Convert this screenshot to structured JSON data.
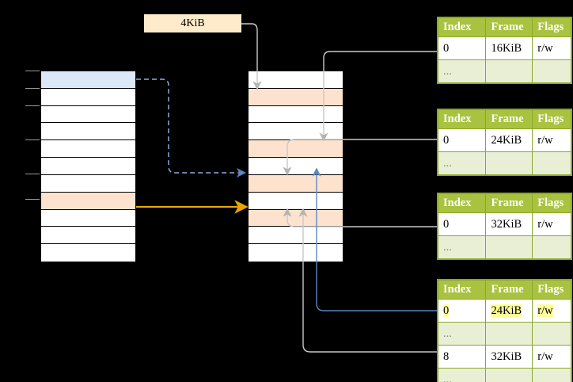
{
  "diagram": {
    "title_label": "4KiB",
    "colors": {
      "header_green": "#a9c23f",
      "row_alt_green": "#e9efd5",
      "highlight_yellow": "#ffff99",
      "peach": "#fde3cd",
      "blue_row": "#dce8f8",
      "orange_arrow": "#e8a400",
      "blue_arrow": "#5b87c4",
      "gray_arrow": "#b4b4b4",
      "border_green": "#8aa82b",
      "background": "#000000"
    }
  },
  "left_column": {
    "name": "page-directory",
    "rows": [
      {
        "fill": "blue"
      },
      {
        "fill": "white"
      },
      {
        "fill": "white"
      },
      {
        "fill": "white"
      },
      {
        "fill": "white"
      },
      {
        "fill": "white"
      },
      {
        "fill": "white"
      },
      {
        "fill": "peach"
      },
      {
        "fill": "white"
      },
      {
        "fill": "white"
      },
      {
        "fill": "white"
      }
    ]
  },
  "middle_column": {
    "name": "physical-memory",
    "rows": [
      {
        "fill": "white"
      },
      {
        "fill": "peach"
      },
      {
        "fill": "white"
      },
      {
        "fill": "white"
      },
      {
        "fill": "peach"
      },
      {
        "fill": "white"
      },
      {
        "fill": "peach"
      },
      {
        "fill": "white"
      },
      {
        "fill": "peach"
      },
      {
        "fill": "white"
      },
      {
        "fill": "white"
      }
    ]
  },
  "tables": [
    {
      "id": "page-table-1",
      "headers": [
        "Index",
        "Frame",
        "Flags"
      ],
      "rows": [
        {
          "cells": [
            "0",
            "16KiB",
            "r/w"
          ],
          "style": "normal",
          "highlight": false
        },
        {
          "cells": [
            "...",
            "",
            ""
          ],
          "style": "ellipsis",
          "highlight": false
        }
      ]
    },
    {
      "id": "page-table-2",
      "headers": [
        "Index",
        "Frame",
        "Flags"
      ],
      "rows": [
        {
          "cells": [
            "0",
            "24KiB",
            "r/w"
          ],
          "style": "normal",
          "highlight": false
        },
        {
          "cells": [
            "...",
            "",
            ""
          ],
          "style": "ellipsis",
          "highlight": false
        }
      ]
    },
    {
      "id": "page-table-3",
      "headers": [
        "Index",
        "Frame",
        "Flags"
      ],
      "rows": [
        {
          "cells": [
            "0",
            "32KiB",
            "r/w"
          ],
          "style": "normal",
          "highlight": false
        },
        {
          "cells": [
            "...",
            "",
            ""
          ],
          "style": "ellipsis",
          "highlight": false
        }
      ]
    },
    {
      "id": "page-table-4",
      "headers": [
        "Index",
        "Frame",
        "Flags"
      ],
      "rows": [
        {
          "cells": [
            "0",
            "24KiB",
            "r/w"
          ],
          "style": "normal",
          "highlight": true
        },
        {
          "cells": [
            "...",
            "",
            ""
          ],
          "style": "ellipsis",
          "highlight": false
        },
        {
          "cells": [
            "8",
            "32KiB",
            "r/w"
          ],
          "style": "normal",
          "highlight": false
        },
        {
          "cells": [
            "...",
            "",
            ""
          ],
          "style": "ellipsis",
          "highlight": false
        }
      ]
    }
  ]
}
